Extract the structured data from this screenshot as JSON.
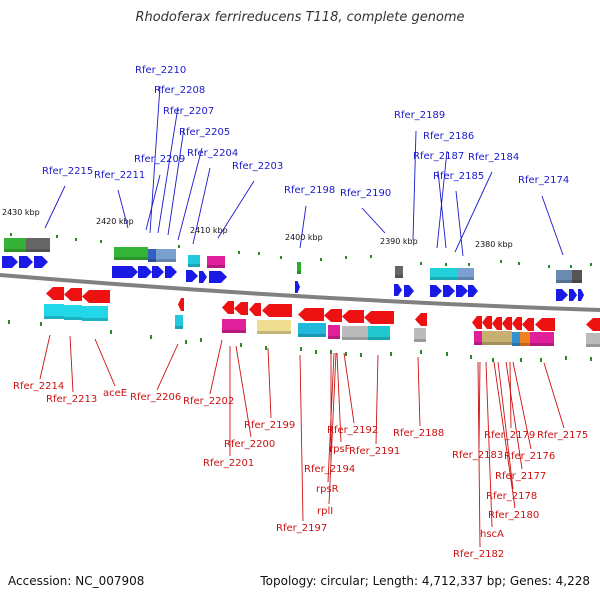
{
  "title": "Rhodoferax ferrireducens T118, complete genome",
  "footer": {
    "accession": "Accession: NC_007908",
    "summary": "Topology: circular; Length: 4,712,337 bp; Genes: 4,228"
  },
  "colors": {
    "forward_label": "#1a1acc",
    "reverse_label": "#cc1111",
    "backbone": "#808080"
  },
  "ticks": [
    "2430 kbp",
    "2420 kbp",
    "2410 kbp",
    "2400 kbp",
    "2390 kbp",
    "2380 kbp"
  ],
  "top_labels": [
    "Rfer_2210",
    "Rfer_2208",
    "Rfer_2207",
    "Rfer_2205",
    "Rfer_2209",
    "Rfer_2204",
    "Rfer_2215",
    "Rfer_2211",
    "Rfer_2203",
    "Rfer_2198",
    "Rfer_2190",
    "Rfer_2189",
    "Rfer_2186",
    "Rfer_2187",
    "Rfer_2184",
    "Rfer_2185",
    "Rfer_2174"
  ],
  "bottom_labels": [
    "Rfer_2214",
    "Rfer_2213",
    "aceE",
    "Rfer_2206",
    "Rfer_2202",
    "Rfer_2200",
    "Rfer_2201",
    "Rfer_2199",
    "Rfer_2192",
    "rpsF",
    "Rfer_2191",
    "Rfer_2194",
    "rpsR",
    "rplI",
    "Rfer_2197",
    "Rfer_2188",
    "Rfer_2179",
    "Rfer_2175",
    "Rfer_2183",
    "Rfer_2176",
    "Rfer_2177",
    "Rfer_2178",
    "Rfer_2180",
    "hscA",
    "Rfer_2182"
  ]
}
